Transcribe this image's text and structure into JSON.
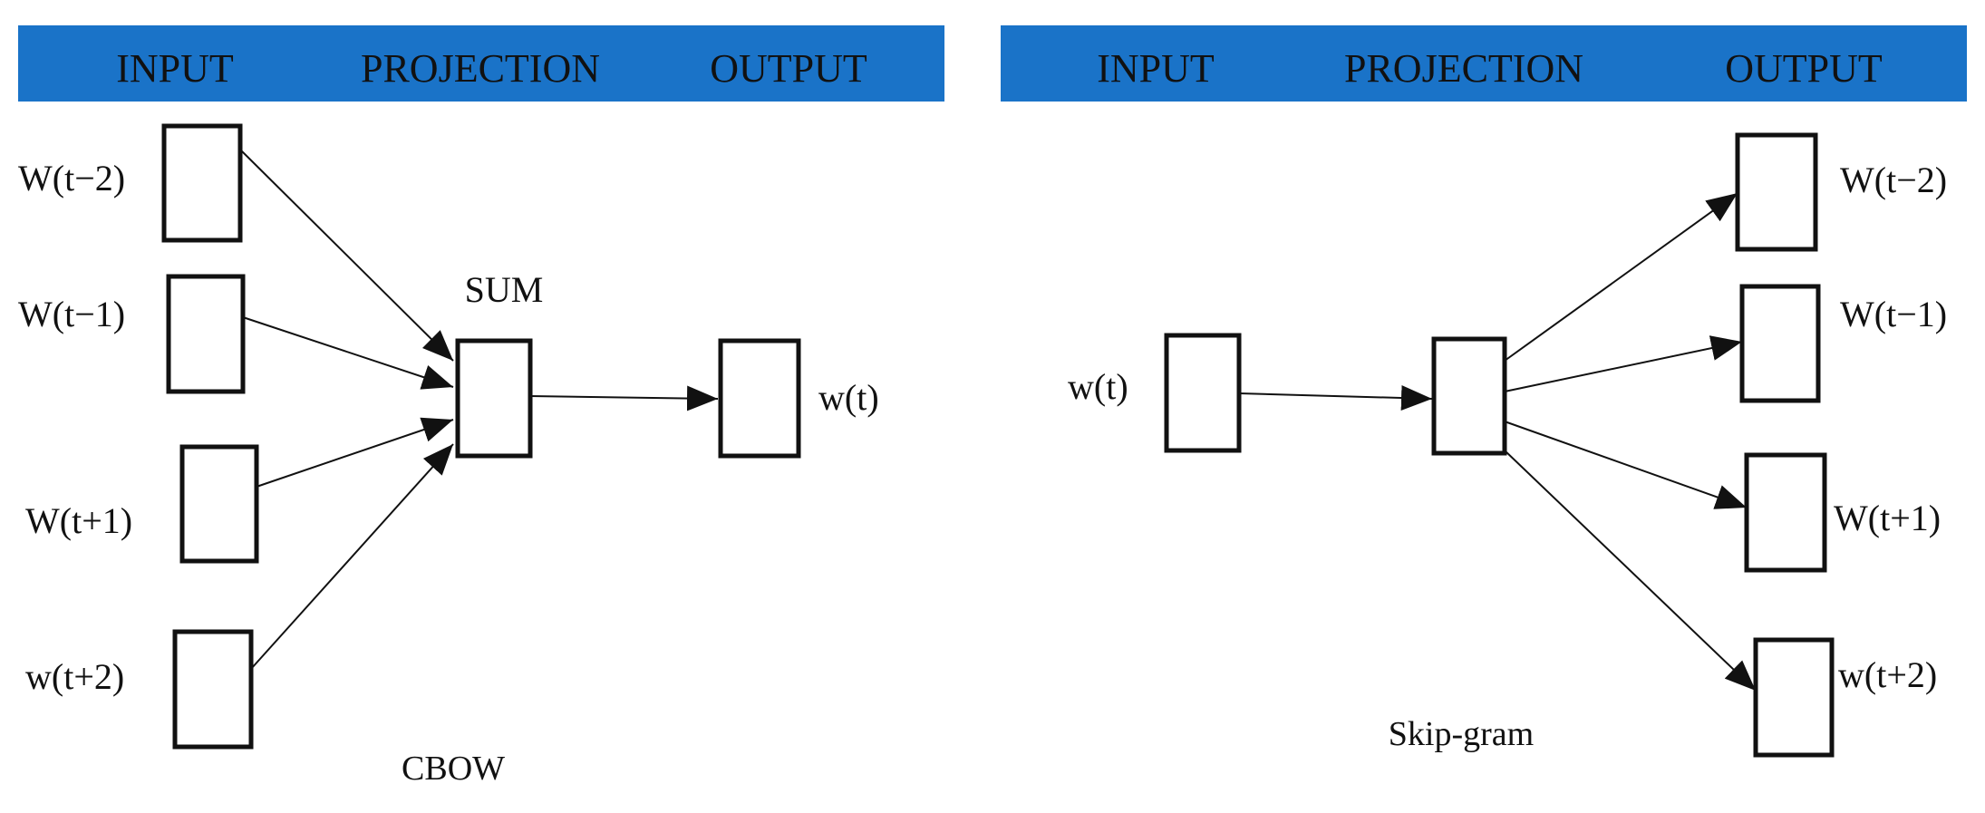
{
  "colors": {
    "header_bar": "#1a73c8",
    "stroke": "#111111",
    "text": "#111111"
  },
  "cbow": {
    "header": {
      "input": "INPUT",
      "projection": "PROJECTION",
      "output": "OUTPUT"
    },
    "input_labels": [
      "W(t−2)",
      "W(t−1)",
      "W(t+1)",
      "w(t+2)"
    ],
    "projection_label": "SUM",
    "output_label": "w(t)",
    "caption": "CBOW"
  },
  "skipgram": {
    "header": {
      "input": "INPUT",
      "projection": "PROJECTION",
      "output": "OUTPUT"
    },
    "input_label": "w(t)",
    "output_labels": [
      "W(t−2)",
      "W(t−1)",
      "W(t+1)",
      "w(t+2)"
    ],
    "caption": "Skip-gram"
  }
}
